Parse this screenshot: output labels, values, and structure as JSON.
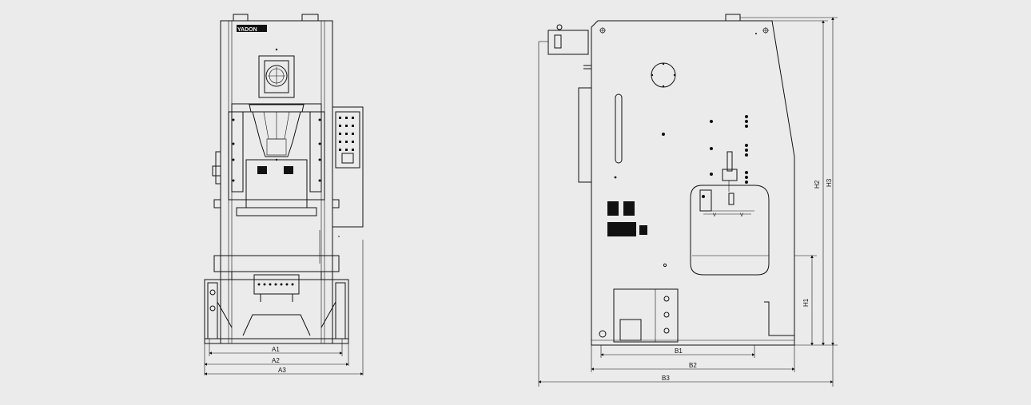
{
  "drawing": {
    "brand_mark": "YADON",
    "front_view": {
      "dimensions": {
        "a1": "A1",
        "a2": "A2",
        "a3": "A3"
      }
    },
    "side_view": {
      "dimensions": {
        "b1": "B1",
        "b2": "B2",
        "b3": "B3",
        "h1": "H1",
        "h2": "H2",
        "h3": "H3"
      }
    }
  }
}
